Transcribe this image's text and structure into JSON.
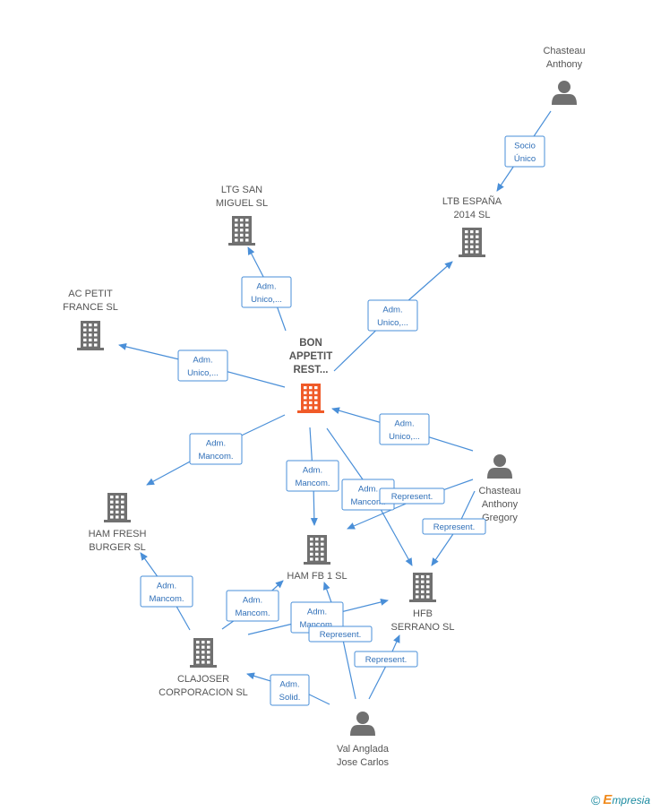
{
  "nodes": [
    {
      "id": "bon",
      "type": "company",
      "main": true,
      "label": [
        "BON",
        "APPETIT",
        "REST..."
      ]
    },
    {
      "id": "ltg",
      "type": "company",
      "label": [
        "LTG SAN",
        "MIGUEL  SL"
      ]
    },
    {
      "id": "ltb",
      "type": "company",
      "label": [
        "LTB ESPAÑA",
        "2014  SL"
      ]
    },
    {
      "id": "acp",
      "type": "company",
      "label": [
        "AC PETIT",
        "FRANCE  SL"
      ]
    },
    {
      "id": "hamfresh",
      "type": "company",
      "label": [
        "HAM FRESH",
        "BURGER  SL"
      ]
    },
    {
      "id": "hamfb",
      "type": "company",
      "label": [
        "HAM FB 1  SL"
      ]
    },
    {
      "id": "hfb",
      "type": "company",
      "label": [
        "HFB",
        "SERRANO  SL"
      ]
    },
    {
      "id": "clajoser",
      "type": "company",
      "label": [
        "CLAJOSER",
        "CORPORACION SL"
      ]
    },
    {
      "id": "cha",
      "type": "person",
      "label": [
        "Chasteau",
        "Anthony"
      ]
    },
    {
      "id": "chag",
      "type": "person",
      "label": [
        "Chasteau",
        "Anthony",
        "Gregory"
      ]
    },
    {
      "id": "val",
      "type": "person",
      "label": [
        "Val Anglada",
        "Jose Carlos"
      ]
    }
  ],
  "edges": [
    {
      "label": [
        "Socio",
        "Único"
      ]
    },
    {
      "label": [
        "Adm.",
        "Unico,..."
      ]
    },
    {
      "label": [
        "Adm.",
        "Unico,..."
      ]
    },
    {
      "label": [
        "Adm.",
        "Unico,..."
      ]
    },
    {
      "label": [
        "Adm.",
        "Unico,..."
      ]
    },
    {
      "label": [
        "Adm.",
        "Mancom."
      ]
    },
    {
      "label": [
        "Adm.",
        "Mancom."
      ]
    },
    {
      "label": [
        "Adm.",
        "Mancom."
      ]
    },
    {
      "label": [
        "Represent."
      ]
    },
    {
      "label": [
        "Represent."
      ]
    },
    {
      "label": [
        "Adm.",
        "Mancom."
      ]
    },
    {
      "label": [
        "Adm.",
        "Mancom."
      ]
    },
    {
      "label": [
        "Adm.",
        "Mancom."
      ]
    },
    {
      "label": [
        "Represent."
      ]
    },
    {
      "label": [
        "Represent."
      ]
    },
    {
      "label": [
        "Adm.",
        "Solid."
      ]
    }
  ],
  "colors": {
    "edge": "#4a8fd8",
    "company_icon": "#707070",
    "main_icon": "#f05a28",
    "person_icon": "#707070"
  },
  "footer": {
    "copyright": "©",
    "brand_initial": "E",
    "brand_rest": "mpresia"
  }
}
